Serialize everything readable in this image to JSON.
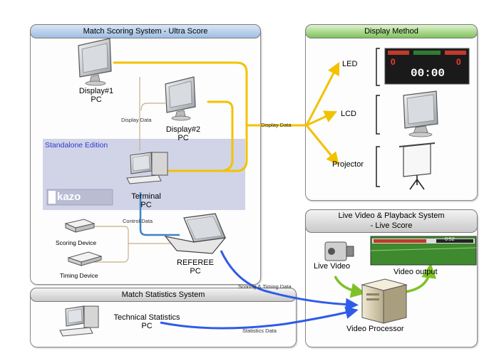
{
  "panels": {
    "scoring": {
      "title": "Match Scoring System - Ultra Score",
      "edition": "Standalone Edition"
    },
    "display": {
      "title": "Display Method"
    },
    "live": {
      "title_line1": "Live Video & Playback System",
      "title_line2": "- Live Score"
    },
    "stats": {
      "title": "Match Statistics System"
    }
  },
  "devices": {
    "display1": {
      "line1": "Display#1",
      "line2": "PC"
    },
    "display2": {
      "line1": "Display#2",
      "line2": "PC"
    },
    "terminal": {
      "line1": "Terminal",
      "line2": "PC"
    },
    "referee": {
      "line1": "REFEREE",
      "line2": "PC"
    },
    "scoring_device": "Scoring Device",
    "timing_device": "Timing Device",
    "technical": {
      "line1": "Technical Statistics",
      "line2": "PC"
    },
    "led": "LED",
    "lcd": "LCD",
    "projector": "Projector",
    "live_video": "Live Video",
    "video_output": "Video output",
    "video_processor": "Video Processor"
  },
  "connections": {
    "display_data_1": "Display Data",
    "display_data_2": "Display Data",
    "control_data": "Control Data",
    "scoring_timing_data": "Scoring & Timing Data",
    "statistics_data": "Statistics Data"
  },
  "scoreboard": {
    "home": "0",
    "away": "0",
    "clock": "00:00"
  },
  "video_bar": {
    "time": "0:52"
  },
  "logo": "kazo",
  "colors": {
    "data_line": "#f2c200",
    "control_line": "#3d83c4",
    "video_line": "#2e5be8",
    "output_line": "#7fc228"
  }
}
